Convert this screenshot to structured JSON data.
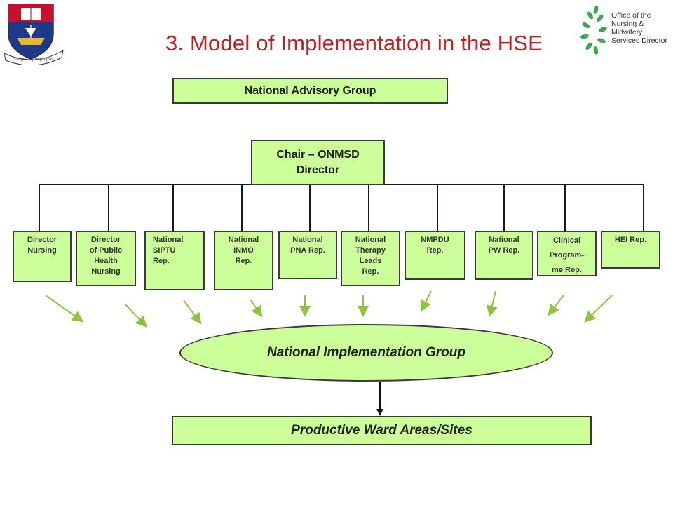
{
  "title": "3. Model of Implementation in the HSE",
  "logo_right": {
    "text": "Office of the\nNursing & Midwifery\nServices Director"
  },
  "logo_left": {
    "motto": "Ρεάγε ζίαη Ρογαίηεάζ"
  },
  "top_box": "National Advisory Group",
  "chair_box": "Chair – ONMSD\nDirector",
  "reps": [
    "Director\nNursing",
    "Director\nof Public\nHealth\nNursing",
    "National\nSIPTU\nRep.",
    "National\nINMO\nRep.",
    "National\nPNA Rep.",
    "National\nTherapy\nLeads\nRep.",
    "NMPDU\nRep.",
    "National\nPW Rep.",
    "Clinical\nProgram-\nme Rep.",
    "HEI Rep."
  ],
  "implementation_group": "National Implementation Group",
  "bottom_box": "Productive Ward Areas/Sites",
  "colors": {
    "box_fill": "#ccff99",
    "title": "#c0201f",
    "arrow": "#8fc43c",
    "line": "#1a1a1a"
  }
}
